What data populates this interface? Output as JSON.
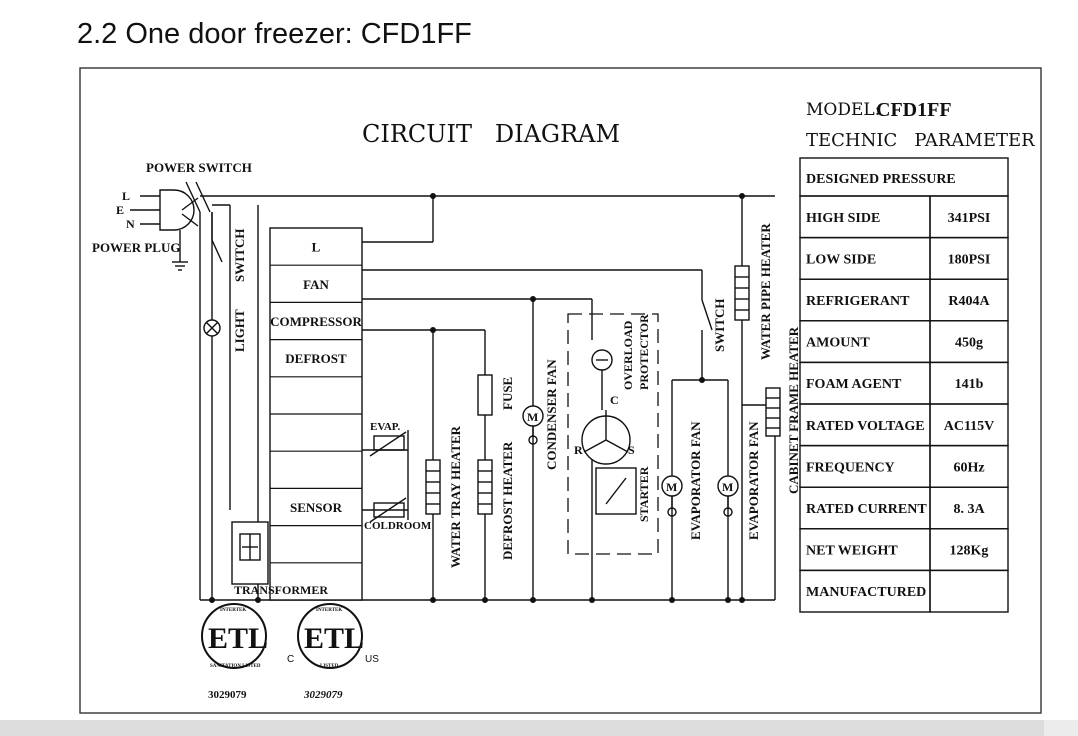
{
  "title": "2.2 One door freezer: CFD1FF",
  "diagram": {
    "heading": "CIRCUIT   DIAGRAM",
    "labels": {
      "power_switch": "POWER SWITCH",
      "power_plug": "POWER PLUG",
      "l": "L",
      "e": "E",
      "n": "N",
      "light_switch": "SWITCH",
      "light": "LIGHT",
      "transformer": "TRANSFORMER",
      "evap": "EVAP.",
      "coldroom": "COLDROOM",
      "water_tray_heater": "WATER TRAY HEATER",
      "fuse": "FUSE",
      "defrost_heater": "DEFROST HEATER",
      "condenser_fan": "CONDENSER FAN",
      "overload_protector_1": "OVERLOAD",
      "overload_protector_2": "PROTECTOR",
      "starter": "STARTER",
      "switch": "SWITCH",
      "evaporator_fan": "EVAPORATOR FAN",
      "water_pipe_heater": "WATER PIPE HEATER",
      "cabinet_frame_heater": "CABINET FRAME HEATER",
      "motor": "M",
      "c": "C",
      "r": "R",
      "s": "S"
    },
    "controller_rows": [
      "L",
      "FAN",
      "COMPRESSOR",
      "DEFROST",
      "",
      "",
      "",
      "SENSOR",
      "",
      ""
    ]
  },
  "parameters": {
    "model_label": "MODEL:",
    "model_value": "CFD1FF",
    "technic": "TECHNIC   PARAMETER",
    "section": "DESIGNED PRESSURE",
    "rows": [
      {
        "label": "HIGH SIDE",
        "value": "341PSI"
      },
      {
        "label": "LOW SIDE",
        "value": "180PSI"
      },
      {
        "label": "REFRIGERANT",
        "value": "R404A"
      },
      {
        "label": "AMOUNT",
        "value": "450g"
      },
      {
        "label": "FOAM AGENT",
        "value": "141b"
      },
      {
        "label": "RATED VOLTAGE",
        "value": "AC115V"
      },
      {
        "label": "FREQUENCY",
        "value": "60Hz"
      },
      {
        "label": "RATED CURRENT",
        "value": "8. 3A"
      },
      {
        "label": "NET WEIGHT",
        "value": "128Kg"
      },
      {
        "label": "MANUFACTURED",
        "value": ""
      }
    ]
  },
  "certifications": {
    "etl_text": "ETL",
    "intertek": "INTERTEK",
    "sanitation": "SANITATION LISTED",
    "listed": "LISTED",
    "c": "C",
    "us": "US",
    "number_1": "3029079",
    "number_2": "3029079"
  }
}
